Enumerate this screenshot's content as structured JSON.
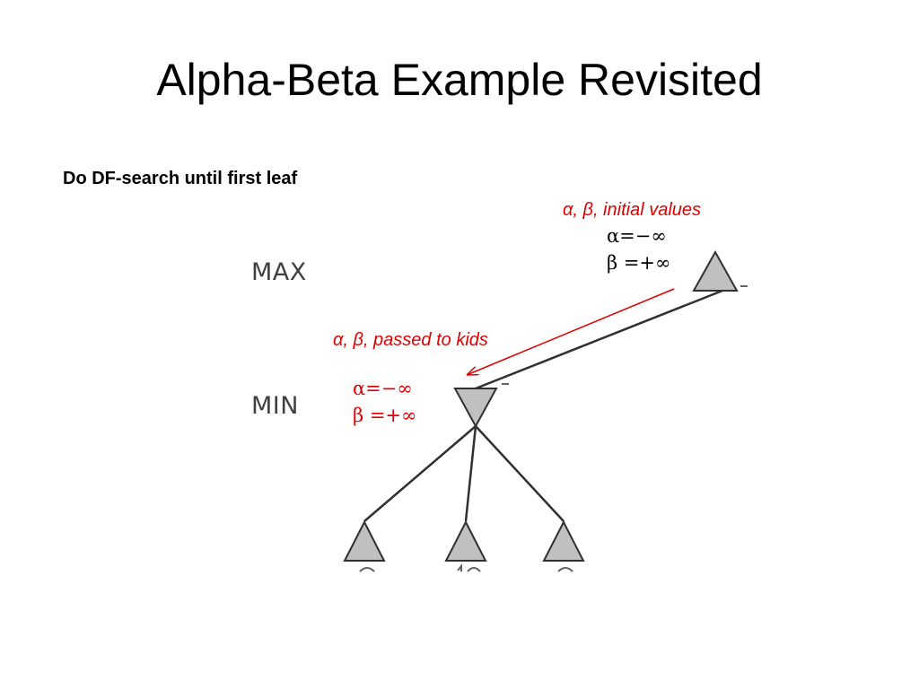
{
  "slide": {
    "title": "Alpha-Beta Example Revisited",
    "subtitle": "Do DF-search until first leaf"
  },
  "levels": {
    "max_label": "MAX",
    "min_label": "MIN"
  },
  "annotations": {
    "initial": "α, β, initial values",
    "passed": "α, β, passed to kids"
  },
  "root_values": {
    "alpha": "α=−∞",
    "beta": "β =+∞"
  },
  "min_values": {
    "alpha": "α=−∞",
    "beta": "β =+∞"
  },
  "colors": {
    "annotation": "#e00000",
    "node_fill": "#c0c0c0",
    "node_stroke": "#303030",
    "edge": "#303030"
  }
}
